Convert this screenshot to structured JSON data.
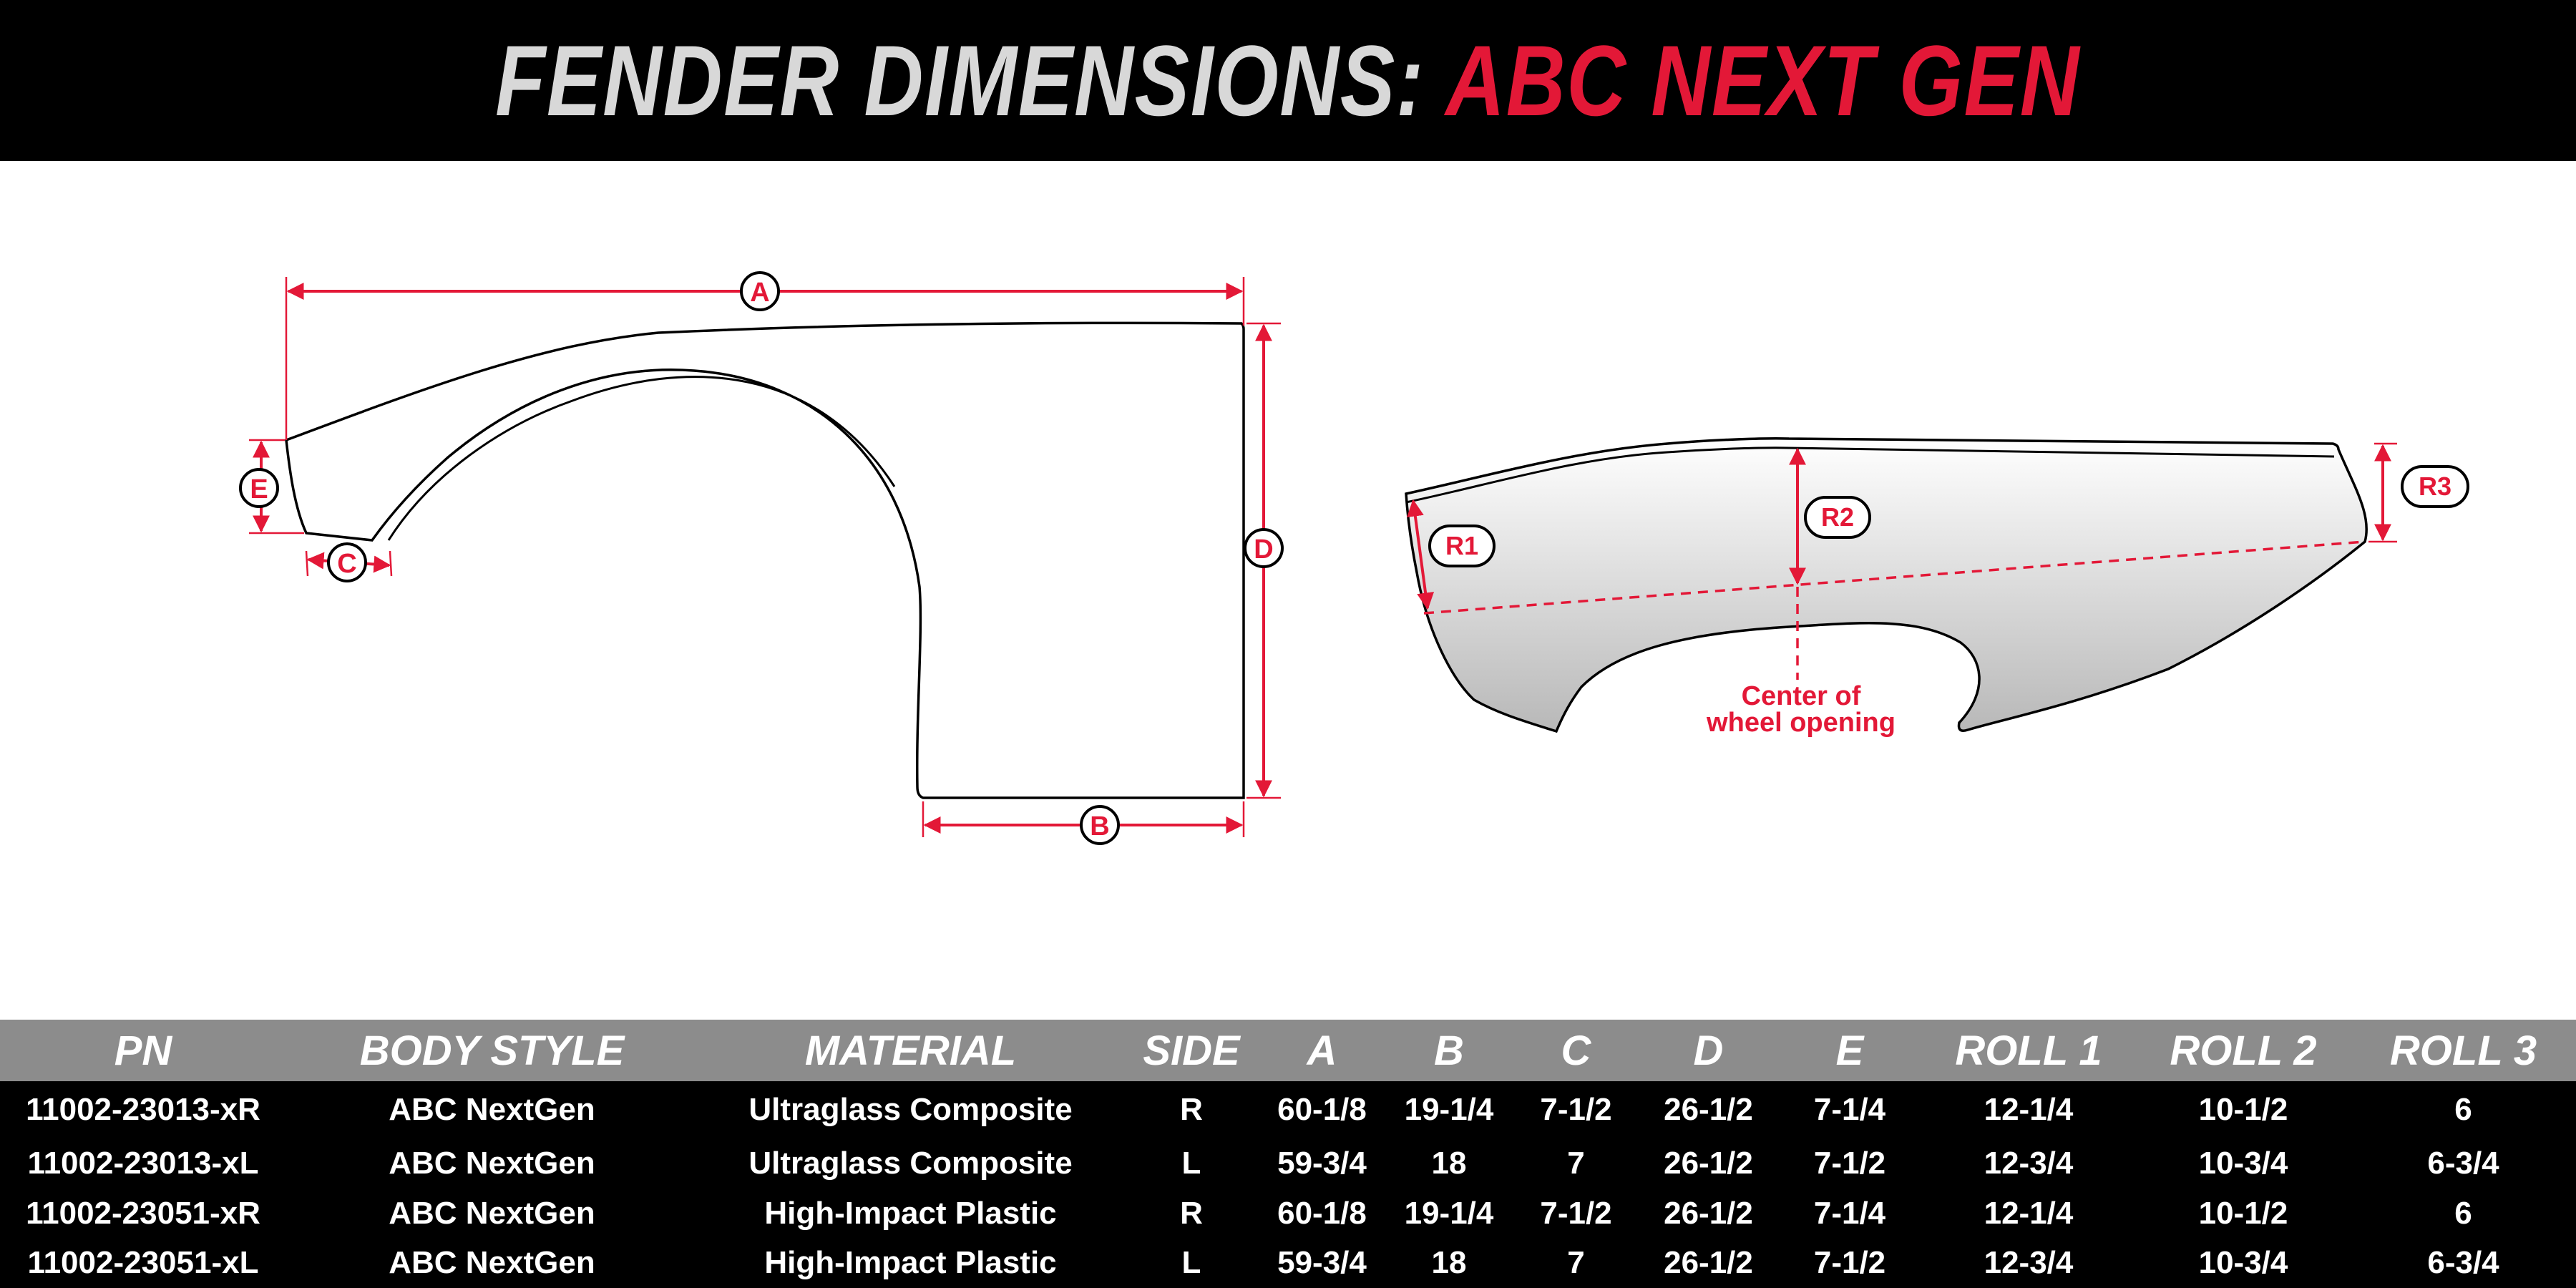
{
  "header": {
    "title_main": "FENDER  DIMENSIONS:",
    "title_accent": "ABC NEXT GEN"
  },
  "colors": {
    "accent": "#e31837",
    "header_bg": "#000000",
    "title_main": "#d8d8d8",
    "table_header_bg": "#8c8c8c",
    "table_body_bg": "#000000"
  },
  "diagram": {
    "labels": {
      "a": "A",
      "b": "B",
      "c": "C",
      "d": "D",
      "e": "E",
      "r1": "R1",
      "r2": "R2",
      "r3": "R3"
    },
    "center_note_line1": "Center of",
    "center_note_line2": "wheel opening"
  },
  "table": {
    "headers": [
      "PN",
      "BODY STYLE",
      "MATERIAL",
      "SIDE",
      "A",
      "B",
      "C",
      "D",
      "E",
      "ROLL 1",
      "ROLL 2",
      "ROLL 3"
    ],
    "rows": [
      [
        "11002-23013-xR",
        "ABC NextGen",
        "Ultraglass Composite",
        "R",
        "60-1/8",
        "19-1/4",
        "7-1/2",
        "26-1/2",
        "7-1/4",
        "12-1/4",
        "10-1/2",
        "6"
      ],
      [
        "11002-23013-xL",
        "ABC NextGen",
        "Ultraglass Composite",
        "L",
        "59-3/4",
        "18",
        "7",
        "26-1/2",
        "7-1/2",
        "12-3/4",
        "10-3/4",
        "6-3/4"
      ],
      [
        "11002-23051-xR",
        "ABC NextGen",
        "High-Impact Plastic",
        "R",
        "60-1/8",
        "19-1/4",
        "7-1/2",
        "26-1/2",
        "7-1/4",
        "12-1/4",
        "10-1/2",
        "6"
      ],
      [
        "11002-23051-xL",
        "ABC NextGen",
        "High-Impact Plastic",
        "L",
        "59-3/4",
        "18",
        "7",
        "26-1/2",
        "7-1/2",
        "12-3/4",
        "10-3/4",
        "6-3/4"
      ]
    ]
  }
}
